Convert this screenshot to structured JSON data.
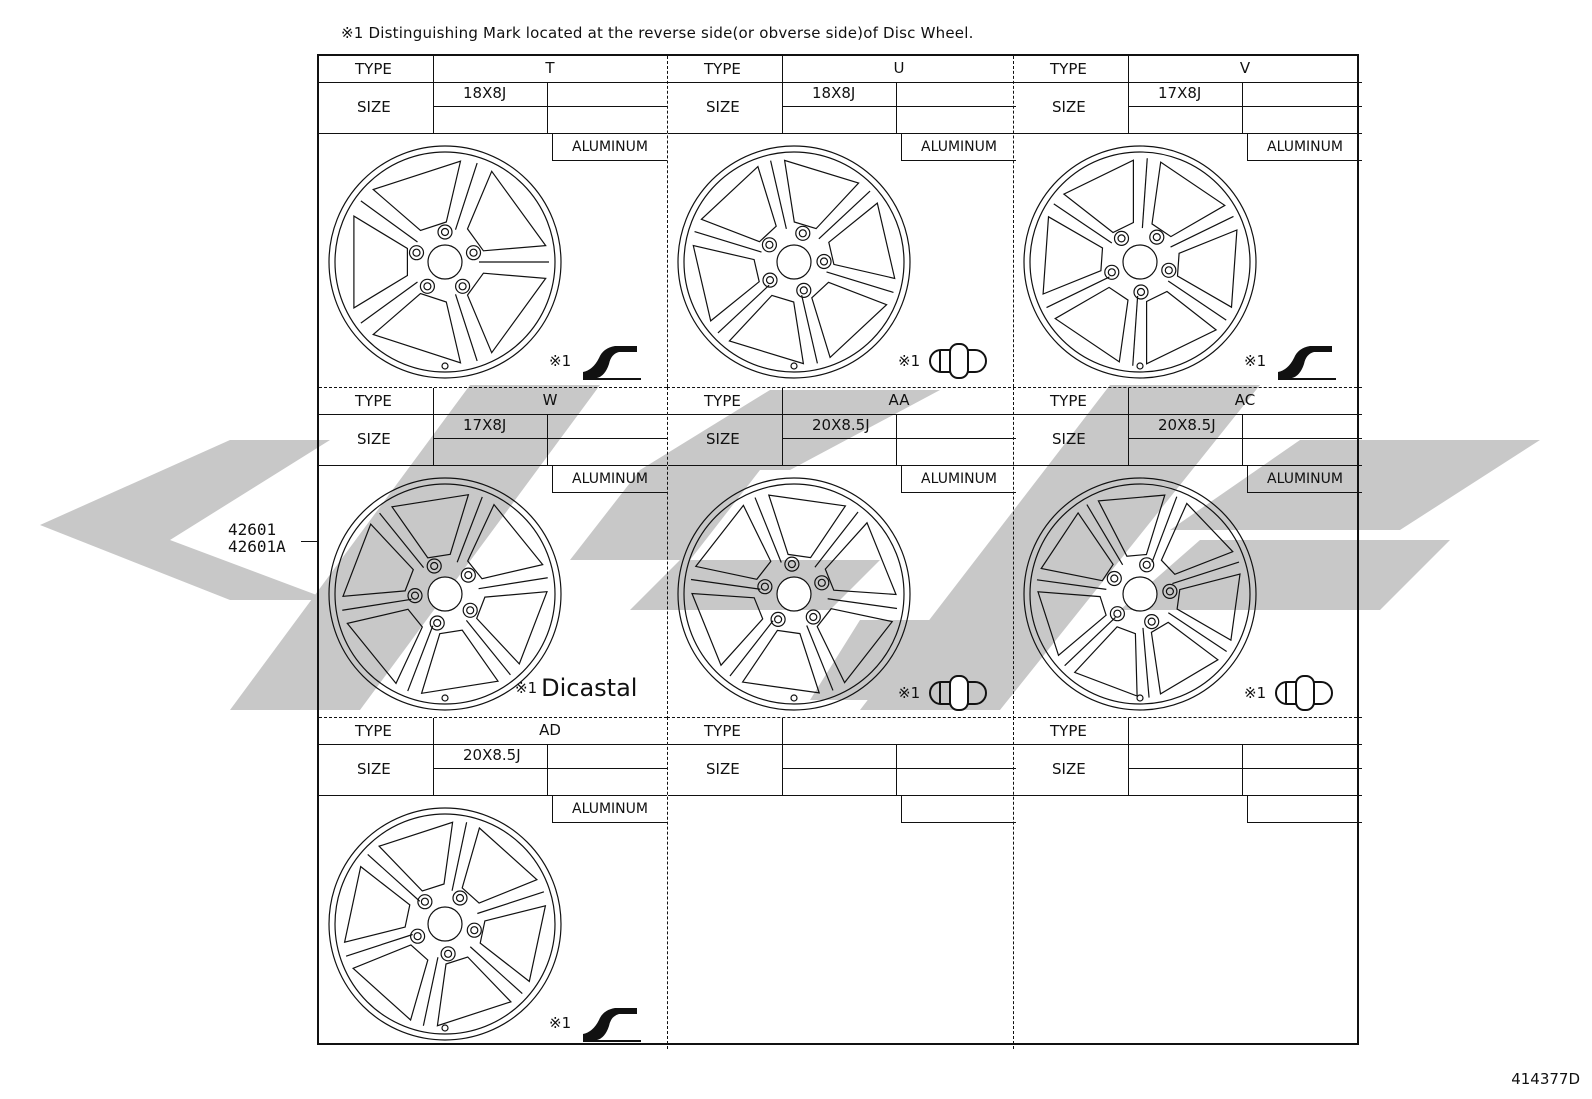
{
  "note": "※1 Distinguishing Mark located at the reverse side(or obverse side)of Disc Wheel.",
  "diagram_id": "414377D",
  "part_numbers": [
    "42601",
    "42601A"
  ],
  "labels": {
    "type": "TYPE",
    "size": "SIZE"
  },
  "cells": [
    {
      "type": "T",
      "size": "18X8J",
      "material": "ALUMINUM",
      "mark": "※1",
      "mark_symbol": "hook-mark-icon",
      "spokes": 5
    },
    {
      "type": "U",
      "size": "18X8J",
      "material": "ALUMINUM",
      "mark": "※1",
      "mark_symbol": "dual-pill-mark-icon",
      "spokes": 6
    },
    {
      "type": "V",
      "size": "17X8J",
      "material": "ALUMINUM",
      "mark": "※1",
      "mark_symbol": "hook-mark-icon",
      "spokes": 6
    },
    {
      "type": "W",
      "size": "17X8J",
      "material": "ALUMINUM",
      "mark": "※1",
      "mark_text": "Dicastal",
      "spokes": 6
    },
    {
      "type": "AA",
      "size": "20X8.5J",
      "material": "ALUMINUM",
      "mark": "※1",
      "mark_symbol": "dual-pill-mark-icon",
      "spokes": 6
    },
    {
      "type": "AC",
      "size": "20X8.5J",
      "material": "ALUMINUM",
      "mark": "※1",
      "mark_symbol": "dual-pill-mark-icon",
      "spokes": 7
    },
    {
      "type": "AD",
      "size": "20X8.5J",
      "material": "ALUMINUM",
      "mark": "※1",
      "mark_symbol": "hook-mark-icon",
      "spokes": 6
    },
    {
      "type": "",
      "size": "",
      "material": "",
      "mark": ""
    },
    {
      "type": "",
      "size": "",
      "material": "",
      "mark": ""
    }
  ]
}
